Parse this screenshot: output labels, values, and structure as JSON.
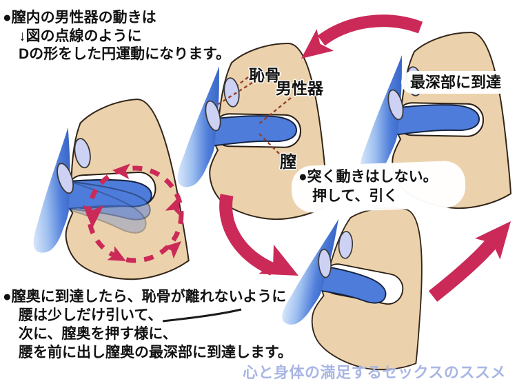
{
  "diagram": {
    "top_note": {
      "line1": "●膣内の男性器の動きは",
      "line2": "↓図の点線のように",
      "line3": "Dの形をした円運動になります。"
    },
    "labels": {
      "pubic_bone": "恥骨",
      "male_organ": "男性器",
      "vagina": "膣",
      "deepest": "最深部に到達"
    },
    "push_note": {
      "line1": "●突く動きはしない。",
      "line2": "押して、引く"
    },
    "bottom_note": {
      "line1": "●膣奥に到達したら、恥骨が離れないように",
      "line2": "腰は少しだけ引いて、",
      "line3": "次に、膣奥を押す様に、",
      "line4": "腰を前に出し膣奥の最深部に到達します。"
    },
    "watermark": "心と身体の満足するセックスのススメ",
    "colors": {
      "skin": "#ecd2ac",
      "body_outline": "#33261a",
      "blue": "#4a77d6",
      "blue_light": "#d8e6fa",
      "pubic_bone_fill": "#cdd2f4",
      "arrow_red": "#cb2a58",
      "leader_dash": "#93402c",
      "watermark_blue": "#a9b6e4",
      "text": "#121212"
    }
  }
}
